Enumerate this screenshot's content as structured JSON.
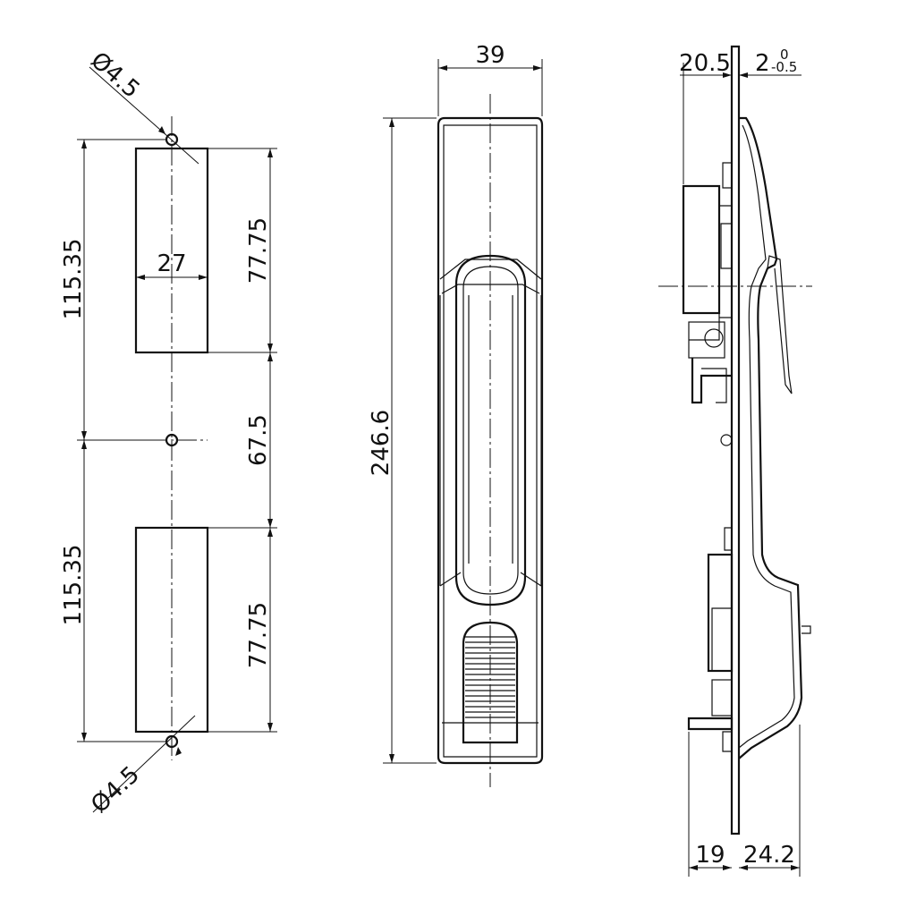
{
  "dimensions": {
    "cutout_upper_height": "115.35",
    "cutout_lower_height": "115.35",
    "cutout_width": "27",
    "slot_upper_height": "77.75",
    "slot_lower_height": "77.75",
    "hole_spacing": "67.5",
    "hole_dia_top": "Ø4.5",
    "hole_dia_bottom": "Ø4.5",
    "front_width": "39",
    "front_height": "246.6",
    "side_depth_back": "20.5",
    "side_plate_tol_nominal": "2",
    "side_plate_tol_upper": "0",
    "side_plate_tol_lower": "-0.5",
    "side_bottom_back": "19",
    "side_bottom_front": "24.2"
  }
}
